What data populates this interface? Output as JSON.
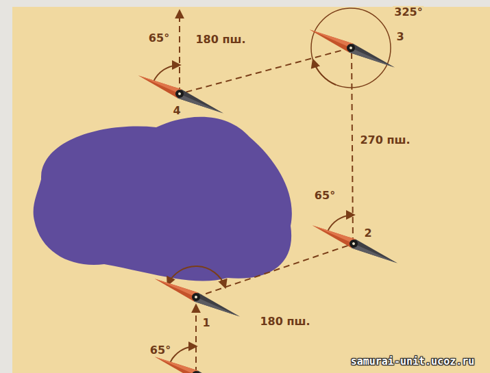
{
  "diagram": {
    "labels": [
      "65°",
      "180 пш.",
      "325°",
      "3",
      "4",
      "270 пш.",
      "65°",
      "2",
      "180 пш.",
      "1",
      "65°",
      "samurai-unit.ucoz.ru"
    ]
  }
}
